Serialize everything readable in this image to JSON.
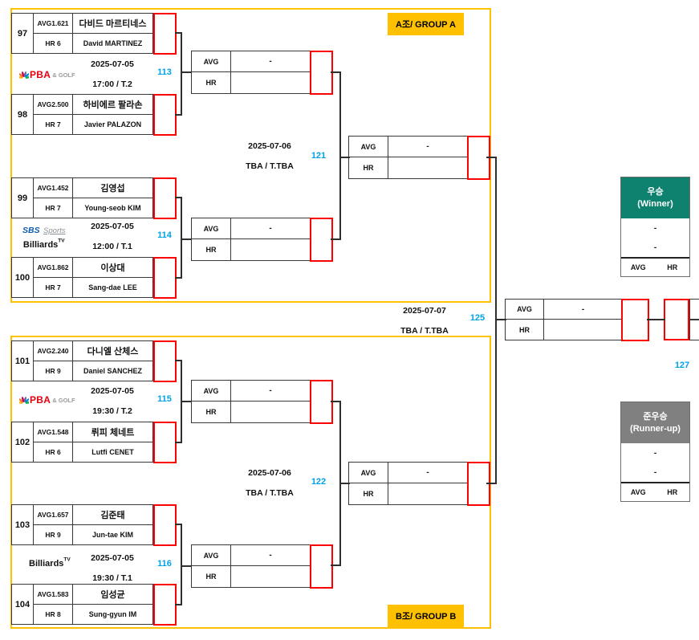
{
  "groups": [
    {
      "label": "A조/ GROUP A",
      "matches": [
        {
          "no": "97",
          "avg": "AVG1.621",
          "hr": "HR 6",
          "name_kr": "다비드 마르티네스",
          "name_en": "David MARTINEZ"
        },
        {
          "no": "98",
          "avg": "AVG2.500",
          "hr": "HR 7",
          "name_kr": "하비에르 팔라손",
          "name_en": "Javier PALAZON"
        },
        {
          "no": "99",
          "avg": "AVG1.452",
          "hr": "HR 7",
          "name_kr": "김영섭",
          "name_en": "Young-seob KIM"
        },
        {
          "no": "100",
          "avg": "AVG1.862",
          "hr": "HR 7",
          "name_kr": "이상대",
          "name_en": "Sang-dae LEE"
        }
      ],
      "round1": [
        {
          "match_no": "113",
          "date": "2025-07-05",
          "time": "17:00 / T.2",
          "avg_label": "AVG",
          "hr_label": "HR",
          "avg_value": "-",
          "broadcaster": "PBA & GOLF"
        },
        {
          "match_no": "114",
          "date": "2025-07-05",
          "time": "12:00 / T.1",
          "avg_label": "AVG",
          "hr_label": "HR",
          "avg_value": "-",
          "broadcaster": "SBS Sports BilliardsTV"
        }
      ],
      "semi": {
        "match_no": "121",
        "date": "2025-07-06",
        "time": "TBA / T.TBA",
        "avg_label": "AVG",
        "hr_label": "HR",
        "avg_value": "-"
      }
    },
    {
      "label": "B조/ GROUP B",
      "matches": [
        {
          "no": "101",
          "avg": "AVG2.240",
          "hr": "HR 9",
          "name_kr": "다니엘 산체스",
          "name_en": "Daniel SANCHEZ"
        },
        {
          "no": "102",
          "avg": "AVG1.548",
          "hr": "HR 6",
          "name_kr": "뤼피 체네트",
          "name_en": "Lutfi CENET"
        },
        {
          "no": "103",
          "avg": "AVG1.657",
          "hr": "HR 9",
          "name_kr": "김준태",
          "name_en": "Jun-tae KIM"
        },
        {
          "no": "104",
          "avg": "AVG1.583",
          "hr": "HR 8",
          "name_kr": "임성균",
          "name_en": "Sung-gyun IM"
        }
      ],
      "round1": [
        {
          "match_no": "115",
          "date": "2025-07-05",
          "time": "19:30 / T.2",
          "avg_label": "AVG",
          "hr_label": "HR",
          "avg_value": "-",
          "broadcaster": "PBA & GOLF"
        },
        {
          "match_no": "116",
          "date": "2025-07-05",
          "time": "19:30 / T.1",
          "avg_label": "AVG",
          "hr_label": "HR",
          "avg_value": "-",
          "broadcaster": "BilliardsTV"
        }
      ],
      "semi": {
        "match_no": "122",
        "date": "2025-07-06",
        "time": "TBA / T.TBA",
        "avg_label": "AVG",
        "hr_label": "HR",
        "avg_value": "-"
      }
    }
  ],
  "final": {
    "match_no": "125",
    "date": "2025-07-07",
    "time": "TBA / T.TBA",
    "avg_label": "AVG",
    "hr_label": "HR",
    "avg_value": "-"
  },
  "next_match_no": "127",
  "winner_box": {
    "title_kr": "우승",
    "title_en": "(Winner)",
    "avg_value": "-",
    "hr_value": "-",
    "avg_label": "AVG",
    "hr_label": "HR"
  },
  "runnerup_box": {
    "title_kr": "준우승",
    "title_en": "(Runner-up)",
    "avg_value": "-",
    "hr_value": "-",
    "avg_label": "AVG",
    "hr_label": "HR"
  },
  "logos": {
    "pba": {
      "name": "PBA",
      "suffix": "& GOLF"
    },
    "sbs": {
      "brand": "SBS",
      "sports": "Sports",
      "billiards": "Billiards",
      "tv": "TV"
    },
    "btv": {
      "billiards": "Billiards",
      "tv": "TV"
    }
  },
  "colors": {
    "group_border": "#FFC000",
    "slot_red": "#FF0000",
    "match_no_blue": "#00A2E4",
    "winner_teal": "#0E826F",
    "runnerup_gray": "#808080"
  }
}
